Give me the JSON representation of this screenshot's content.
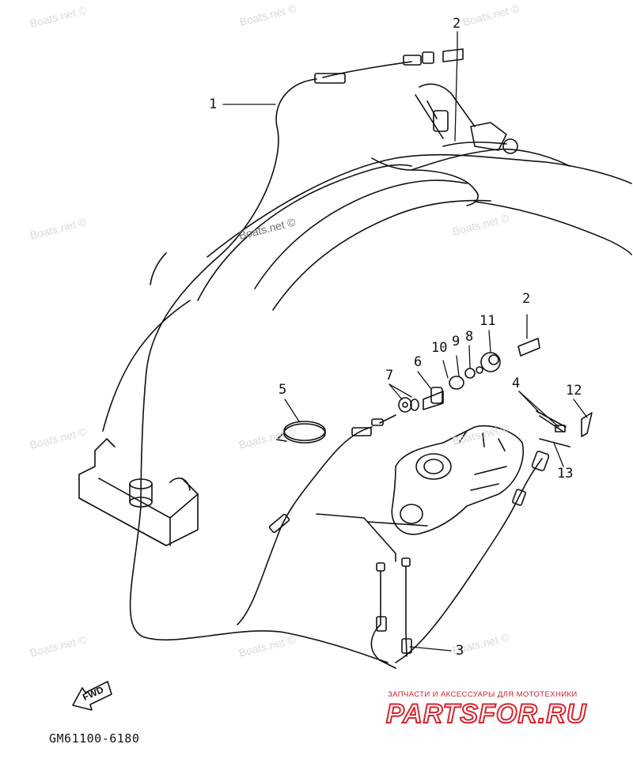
{
  "watermark": "Boats.net ©",
  "diagram_code": "GM61100-6180",
  "fwd_label": "FWD",
  "brand": {
    "tagline": "ЗАПЧАСТИ И АКСЕССУАРЫ ДЛЯ МОТОТЕХНИКИ",
    "name": "PARTSFOR.RU",
    "color": "#d8232f"
  },
  "callouts": [
    "1",
    "2",
    "2",
    "11",
    "8",
    "9",
    "10",
    "6",
    "7",
    "5",
    "4",
    "12",
    "13",
    "3"
  ]
}
